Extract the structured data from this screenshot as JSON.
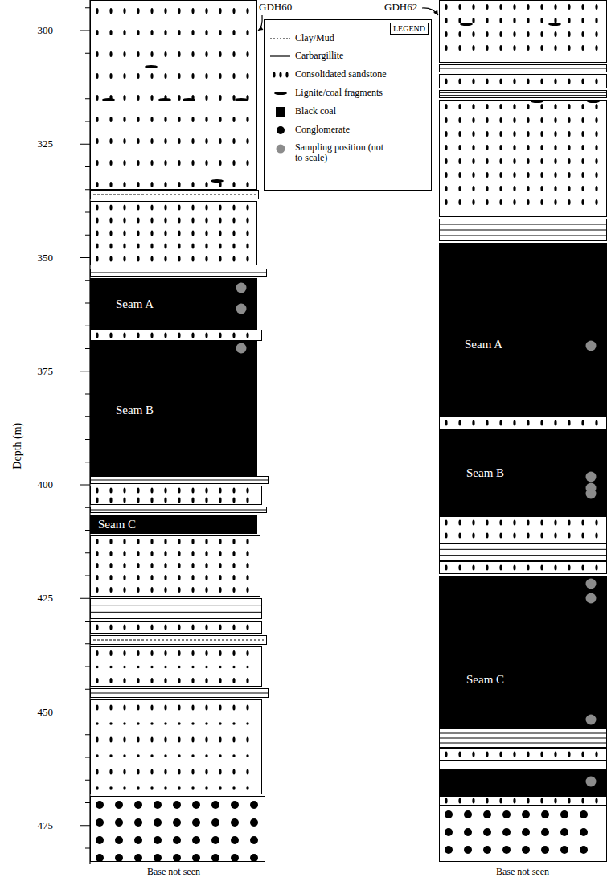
{
  "diagram": {
    "nodes": [
      {
        "text": [
          "Seam A"
        ]
      },
      {
        "text": [
          "Seam B"
        ]
      },
      {
        "text": [
          "Seam C"
        ]
      },
      {
        "text": [
          "Seam A"
        ]
      },
      {
        "text": [
          "Seam B"
        ]
      },
      {
        "text": [
          "Seam C"
        ]
      }
    ],
    "labels": [
      "GDH60",
      "GDH62",
      "300",
      "325",
      "350",
      "375",
      "400",
      "425",
      "450",
      "475",
      "Depth (m)",
      "LEGEND",
      "Base not seen",
      "Base not seen"
    ],
    "legend": [
      {
        "text": "Clay/Mud"
      },
      {
        "text": "Carbargillite"
      },
      {
        "text": "Consolidated sandstone"
      },
      {
        "text": "Lignite/coal fragments"
      },
      {
        "text": "Black coal",
        "color": "#000000"
      },
      {
        "text": "Conglomerate"
      },
      {
        "text": "Sampling position (not to scale)"
      }
    ]
  }
}
